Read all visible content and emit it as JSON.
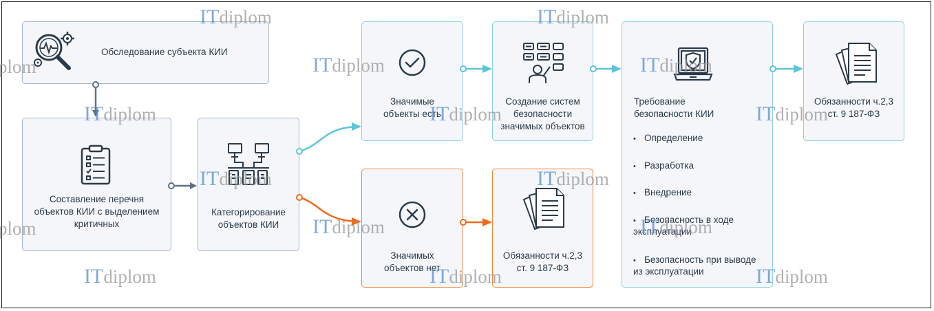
{
  "colors": {
    "gray": "#5b7088",
    "teal": "#5cc6d6",
    "orange": "#ef6a1a",
    "box_fill": "#f4f6f9",
    "text": "#2b3a4a"
  },
  "watermark": {
    "it": "IT",
    "diplom": "diplom"
  },
  "nodes": {
    "survey": {
      "label": "Обследование субъекта КИИ",
      "icon": "magnifier-gear-icon"
    },
    "list": {
      "line1": "Составление перечня",
      "line2": "объектов КИИ с выделением",
      "line3": "критичных",
      "icon": "clipboard-checklist-icon"
    },
    "categorize": {
      "line1": "Категорирование",
      "line2": "объектов КИИ",
      "icon": "computer-network-icon"
    },
    "significant_yes": {
      "line1": "Значимые",
      "line2": "объекты есть",
      "icon": "check-circle-icon"
    },
    "significant_no": {
      "line1": "Значимых",
      "line2": "объектов нет",
      "icon": "cross-circle-icon"
    },
    "create_security": {
      "line1": "Создание систем",
      "line2": "безопасности",
      "line3": "значимых объектов",
      "icon": "person-dashboard-icon"
    },
    "duties_lower": {
      "line1": "Обязанности ч.2,3",
      "line2": "ст. 9 187-ФЗ",
      "icon": "documents-icon"
    },
    "requirements": {
      "line1": "Требование",
      "line2": "безопасности КИИ",
      "icon": "laptop-shield-icon",
      "items": [
        {
          "line1": "Определение"
        },
        {
          "line1": "Разработка"
        },
        {
          "line1": "Внедрение"
        },
        {
          "line1": "Безопасность в ходе",
          "line2": "эксплуатации"
        },
        {
          "line1": "Безопасность при выводе",
          "line2": "из эксплуатации"
        }
      ]
    },
    "duties_upper": {
      "line1": "Обязанности ч.2,3",
      "line2": "ст. 9 187-ФЗ",
      "icon": "documents-icon"
    }
  }
}
